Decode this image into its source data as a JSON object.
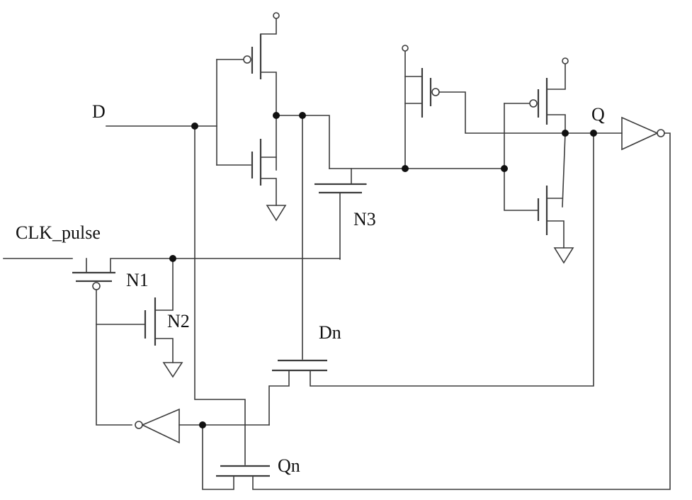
{
  "labels": {
    "d": "D",
    "clk": "CLK_pulse",
    "n1": "N1",
    "n2": "N2",
    "n3": "N3",
    "dn": "Dn",
    "q": "Q",
    "qn": "Qn"
  },
  "colors": {
    "wire": "#3c3c3c",
    "junction": "#111111",
    "background": "#ffffff"
  }
}
